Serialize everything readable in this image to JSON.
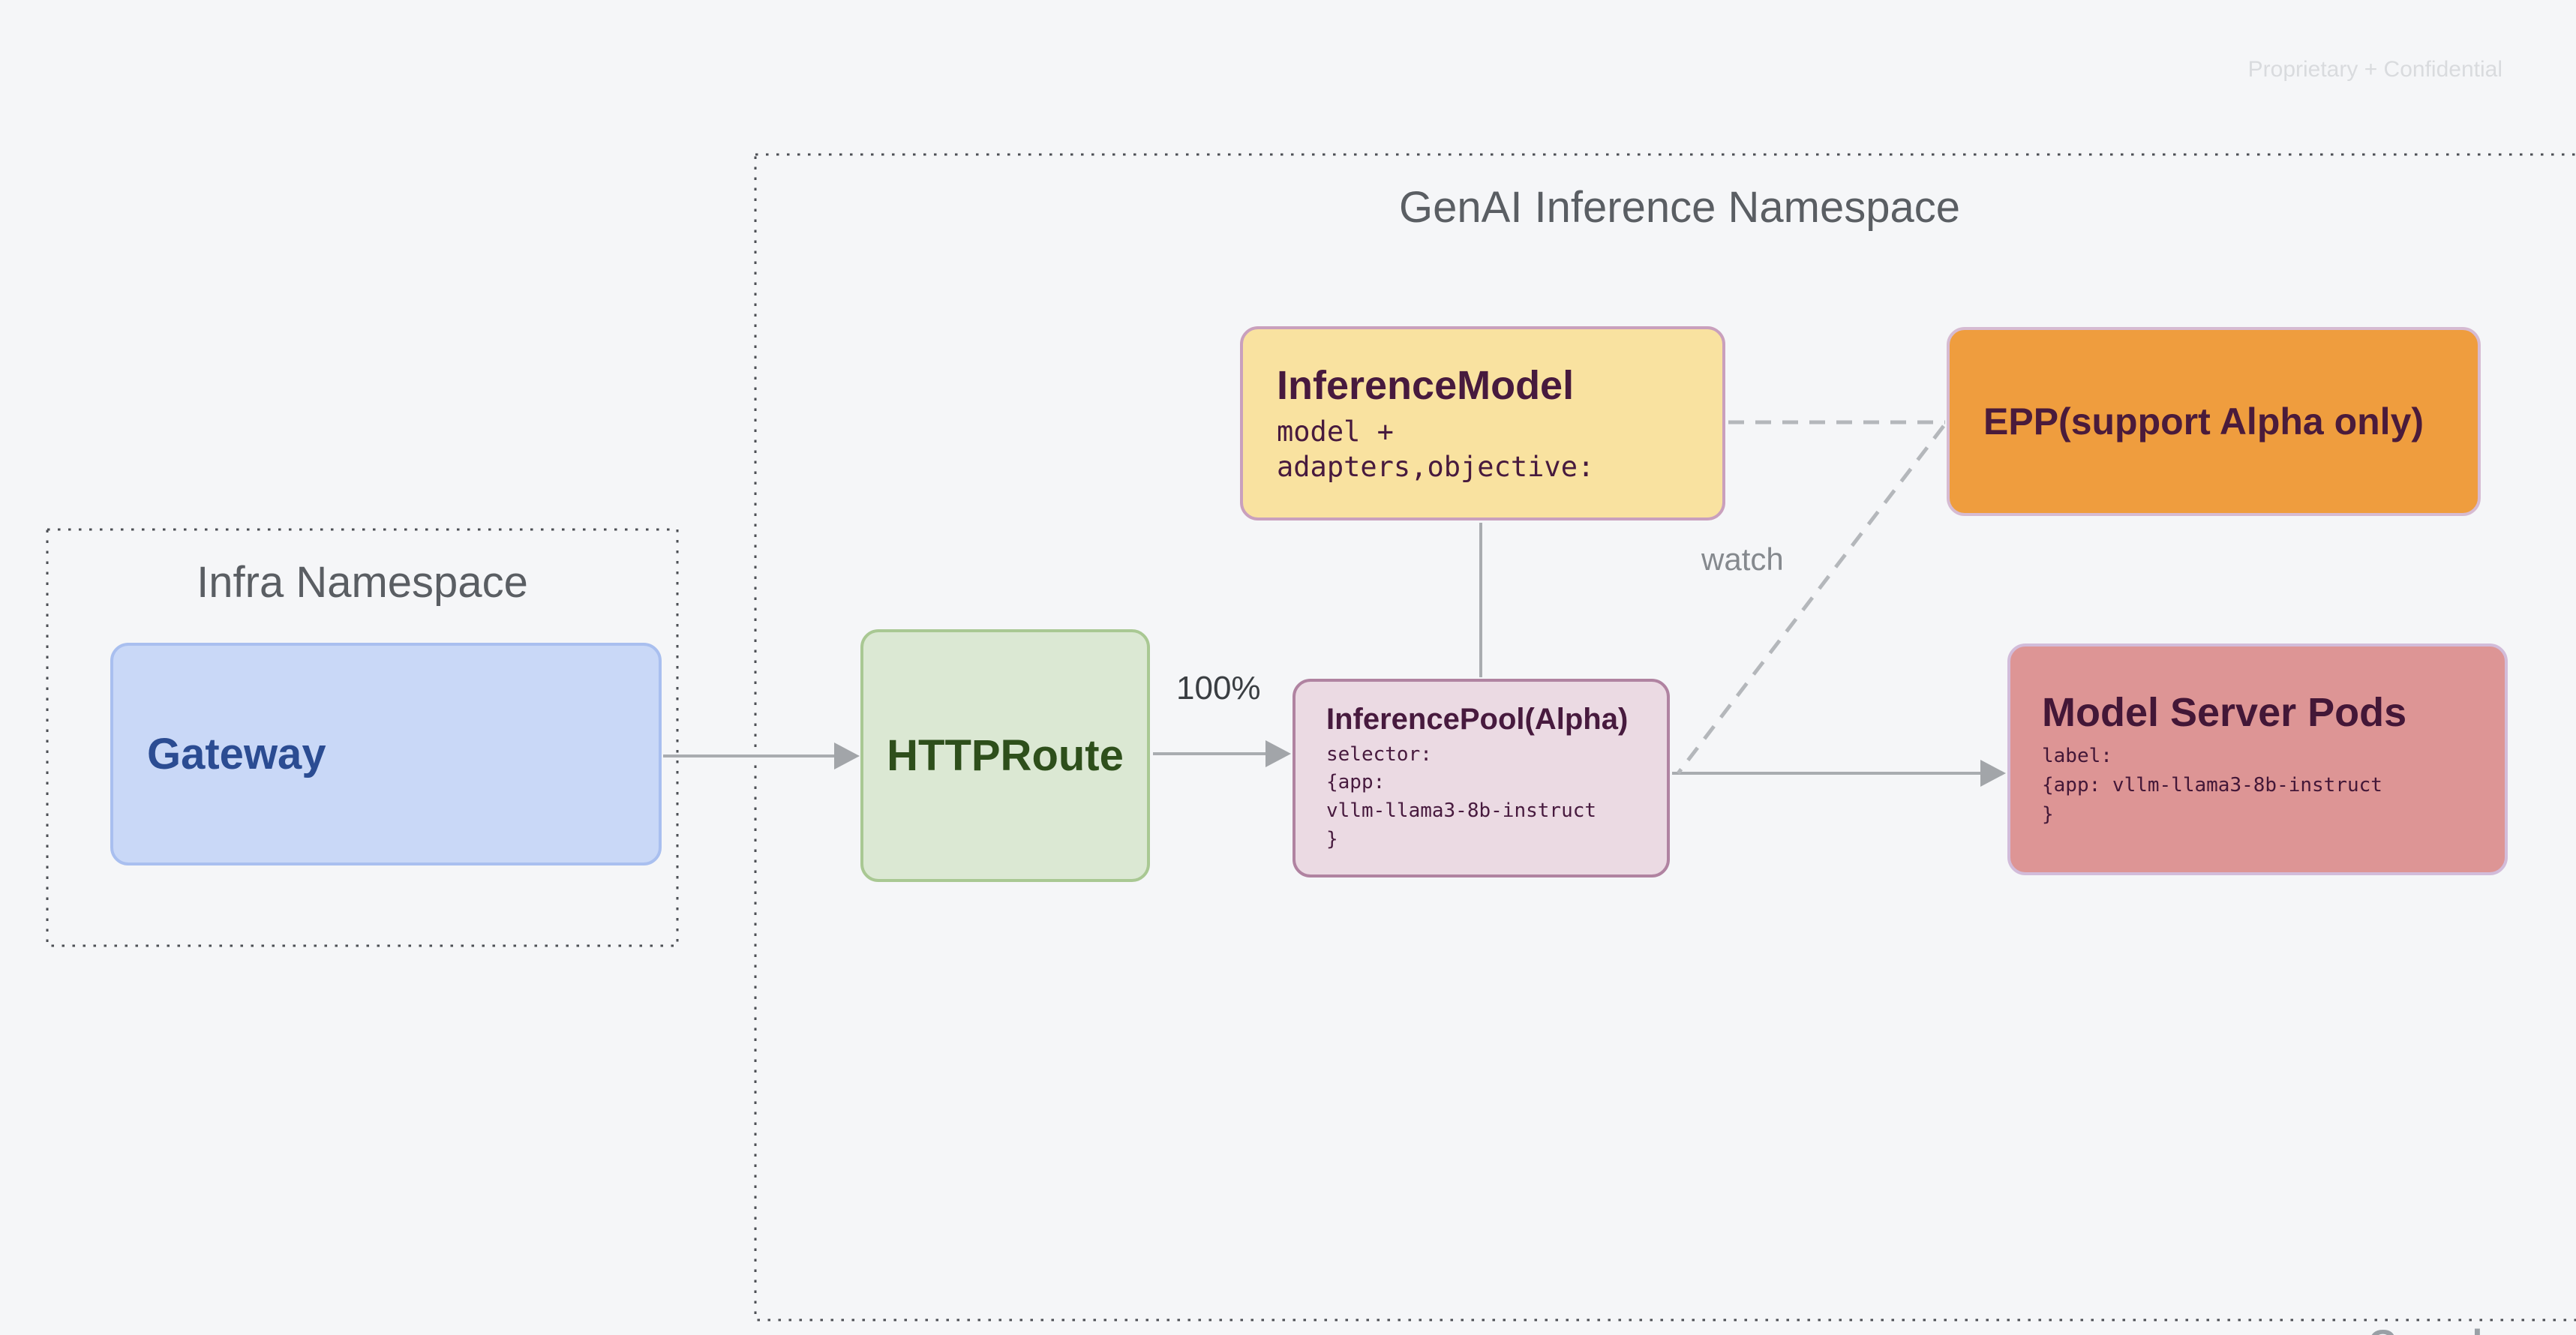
{
  "page": {
    "confidential_label": "Proprietary + Confidential",
    "watermark": "Google",
    "background_color": "#F5F6F8"
  },
  "namespaces": {
    "genai": {
      "title": "GenAI Inference Namespace"
    },
    "infra": {
      "title": "Infra Namespace"
    }
  },
  "nodes": {
    "gateway": {
      "title": "Gateway",
      "fill": "#C9D8F7",
      "border": "#A9BFEF",
      "text_color": "#2B4C92"
    },
    "httproute": {
      "title": "HTTPRoute",
      "fill": "#DBE8D3",
      "border": "#A9C893",
      "text_color": "#2E4F1B"
    },
    "inference_model": {
      "title": "InferenceModel",
      "lines": [
        "model +",
        "adapters,objective:"
      ],
      "fill": "#F9E2A0",
      "border": "#C9A0BD",
      "text_color": "#471A3E"
    },
    "epp": {
      "title": "EPP(support Alpha only)",
      "fill": "#EF9D3E",
      "border": "#D6BBD2",
      "text_color": "#4A1B3B"
    },
    "inference_pool": {
      "title": "InferencePool(Alpha)",
      "lines": [
        "selector:",
        "{app:",
        "vllm-llama3-8b-instruct",
        "}"
      ],
      "fill": "#EBDAE3",
      "border": "#B083A1",
      "text_color": "#471A3E"
    },
    "model_server_pods": {
      "title": "Model Server Pods",
      "lines": [
        "label:",
        "{app: vllm-llama3-8b-instruct",
        "}"
      ],
      "fill": "#DD9595",
      "border": "#D2BCDA",
      "text_color": "#431737"
    }
  },
  "edges": {
    "route_weight_label": "100%",
    "watch_label": "watch",
    "arrow_color": "#A9ACB0",
    "dashed_color": "#B4B7BB"
  }
}
